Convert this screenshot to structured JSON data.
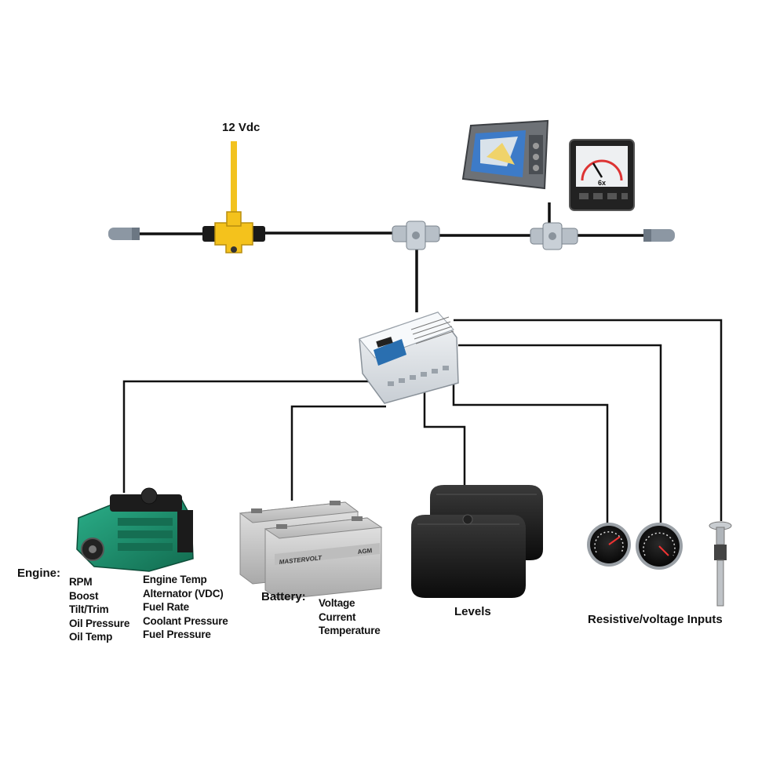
{
  "labels": {
    "power": "12 Vdc",
    "engine_title": "Engine:",
    "engine_col1": [
      "RPM",
      "Boost",
      "Tilt/Trim",
      "Oil Pressure",
      "Oil Temp"
    ],
    "engine_col2": [
      "Engine Temp",
      "Alternator (VDC)",
      "Fuel Rate",
      "Coolant Pressure",
      "Fuel Pressure"
    ],
    "battery_title": "Battery:",
    "battery_items": [
      "Voltage",
      "Current",
      "Temperature"
    ],
    "levels": "Levels",
    "inputs": "Resistive/voltage Inputs",
    "battery_brand": "MASTERVOLT",
    "battery_type": "AGM",
    "gauge_readout": "6x"
  },
  "colors": {
    "power_cable": "#f2c21f",
    "backbone": "#111111",
    "engine_green": "#1f8f6b",
    "battery_grey": "#c9c9c9",
    "tank_black": "#1a1a1a"
  },
  "icons": [
    "chartplotter-icon",
    "instrument-display-icon",
    "tee-connector-icon",
    "terminator-icon",
    "gateway-module-icon",
    "engine-icon",
    "battery-icon",
    "tank-icon",
    "analog-gauge-icon",
    "level-sender-icon"
  ]
}
